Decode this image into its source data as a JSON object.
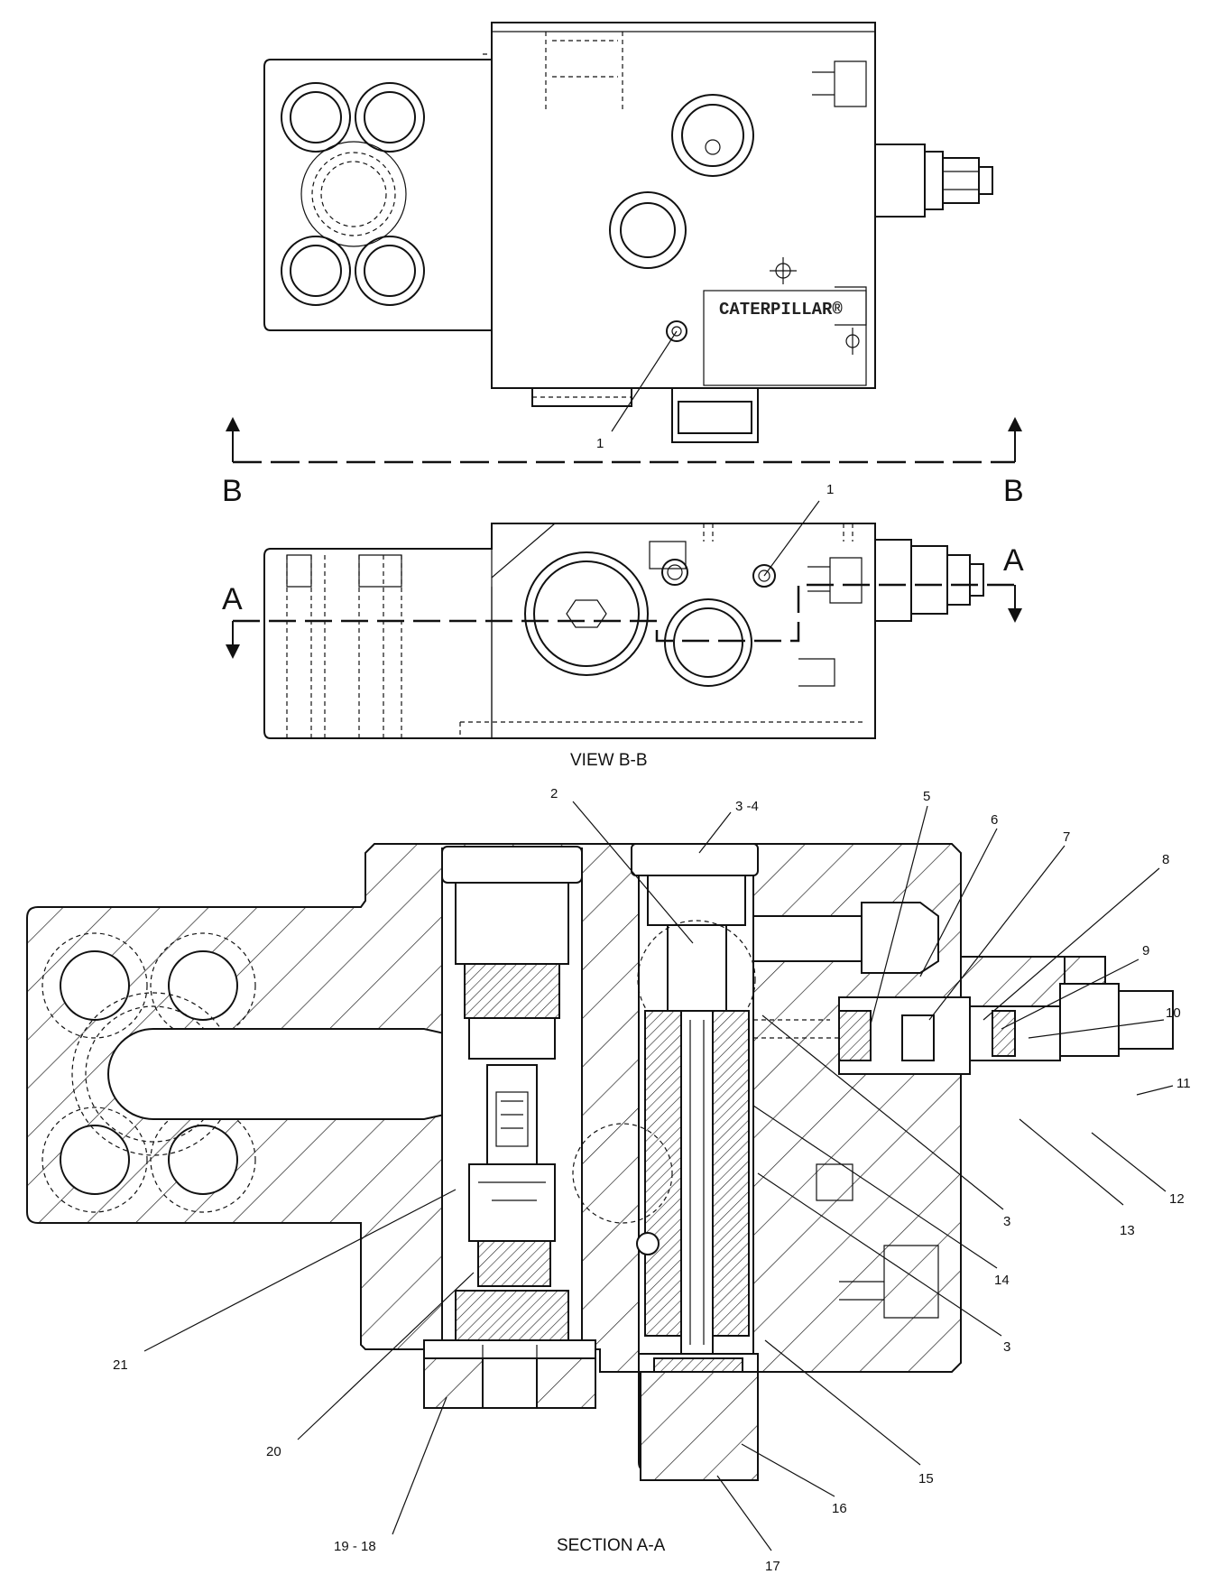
{
  "views": {
    "top": {
      "brand_text": "CATERPILLAR®",
      "callout_1": "1"
    },
    "section_markers": {
      "b_left": "B",
      "b_right": "B",
      "a_left": "A",
      "a_right": "A"
    },
    "view_bb": {
      "caption": "VIEW B-B",
      "callout_1": "1"
    },
    "section_aa": {
      "caption": "SECTION A-A",
      "callouts": [
        "2",
        "3 -4",
        "5",
        "6",
        "7",
        "8",
        "9",
        "10",
        "11",
        "12",
        "13",
        "3",
        "14",
        "3",
        "15",
        "16",
        "17",
        "19 - 18",
        "20",
        "21"
      ]
    }
  }
}
